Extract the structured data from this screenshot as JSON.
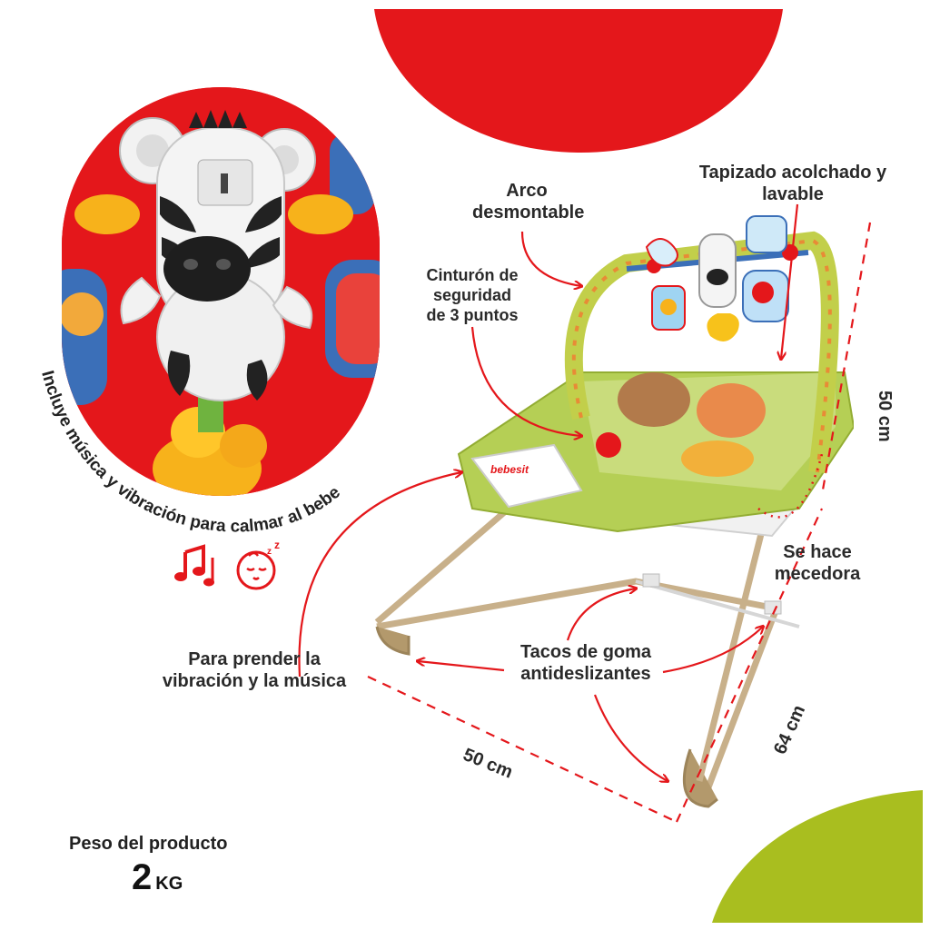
{
  "labels": {
    "arco": [
      "Arco",
      "desmontable"
    ],
    "tapizado": [
      "Tapizado acolchado y",
      "lavable"
    ],
    "cinturon": [
      "Cinturón de",
      "seguridad",
      "de 3 puntos"
    ],
    "mecedora": [
      "Se hace",
      "mecedora"
    ],
    "prender": [
      "Para prender la",
      "vibración y la música"
    ],
    "tacos": [
      "Tacos de goma",
      "antideslizantes"
    ]
  },
  "feature_text": "Incluye música y vibración para calmar al bebe",
  "product_logo": "bebesit",
  "dimensions": {
    "height": "50 cm",
    "width": "50 cm",
    "depth": "64 cm"
  },
  "weight": {
    "label": "Peso del producto",
    "value": "2",
    "unit": "KG"
  },
  "colors": {
    "red": "#e4171b",
    "green": "#a9be1f",
    "seat_green": "#b5cf55"
  },
  "icons": [
    "music-note-icon",
    "sleeping-baby-icon"
  ]
}
